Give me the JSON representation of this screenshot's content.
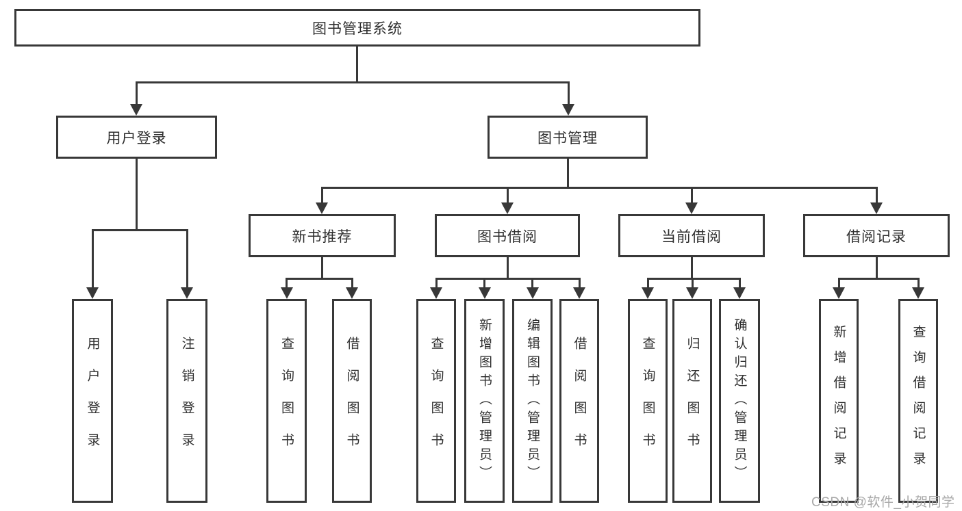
{
  "diagram": {
    "nodes": {
      "root": {
        "label": "图书管理系统"
      },
      "user_login": {
        "label": "用户登录"
      },
      "book_mgmt": {
        "label": "图书管理"
      },
      "new_book_rec": {
        "label": "新书推荐"
      },
      "book_borrow": {
        "label": "图书借阅"
      },
      "current_borrow": {
        "label": "当前借阅"
      },
      "borrow_record": {
        "label": "借阅记录"
      },
      "leaf_user_login": {
        "label": "用户登录"
      },
      "leaf_logout": {
        "label": "注销登录"
      },
      "leaf_query_book_1": {
        "label": "查询图书"
      },
      "leaf_borrow_book_1": {
        "label": "借阅图书"
      },
      "leaf_query_book_2": {
        "label": "查询图书"
      },
      "leaf_add_book": {
        "label": "新增图书（管理员）"
      },
      "leaf_edit_book": {
        "label": "编辑图书（管理员）"
      },
      "leaf_borrow_book_2": {
        "label": "借阅图书"
      },
      "leaf_query_book_3": {
        "label": "查询图书"
      },
      "leaf_return_book": {
        "label": "归还图书"
      },
      "leaf_confirm_return": {
        "label": "确认归还（管理员）"
      },
      "leaf_add_record": {
        "label": "新增借阅记录"
      },
      "leaf_query_record": {
        "label": "查询借阅记录"
      }
    },
    "hierarchy": {
      "图书管理系统": {
        "用户登录": [
          "用户登录",
          "注销登录"
        ],
        "图书管理": {
          "新书推荐": [
            "查询图书",
            "借阅图书"
          ],
          "图书借阅": [
            "查询图书",
            "新增图书（管理员）",
            "编辑图书（管理员）",
            "借阅图书"
          ],
          "当前借阅": [
            "查询图书",
            "归还图书",
            "确认归还（管理员）"
          ],
          "借阅记录": [
            "新增借阅记录",
            "查询借阅记录"
          ]
        }
      }
    },
    "colors": {
      "line": "#383838",
      "text": "#2e2e2e",
      "box_background": "#ffffff",
      "watermark": "#a8a8a8",
      "background": "#ffffff"
    }
  },
  "watermark": {
    "text": "CSDN @软件_小贺同学"
  }
}
